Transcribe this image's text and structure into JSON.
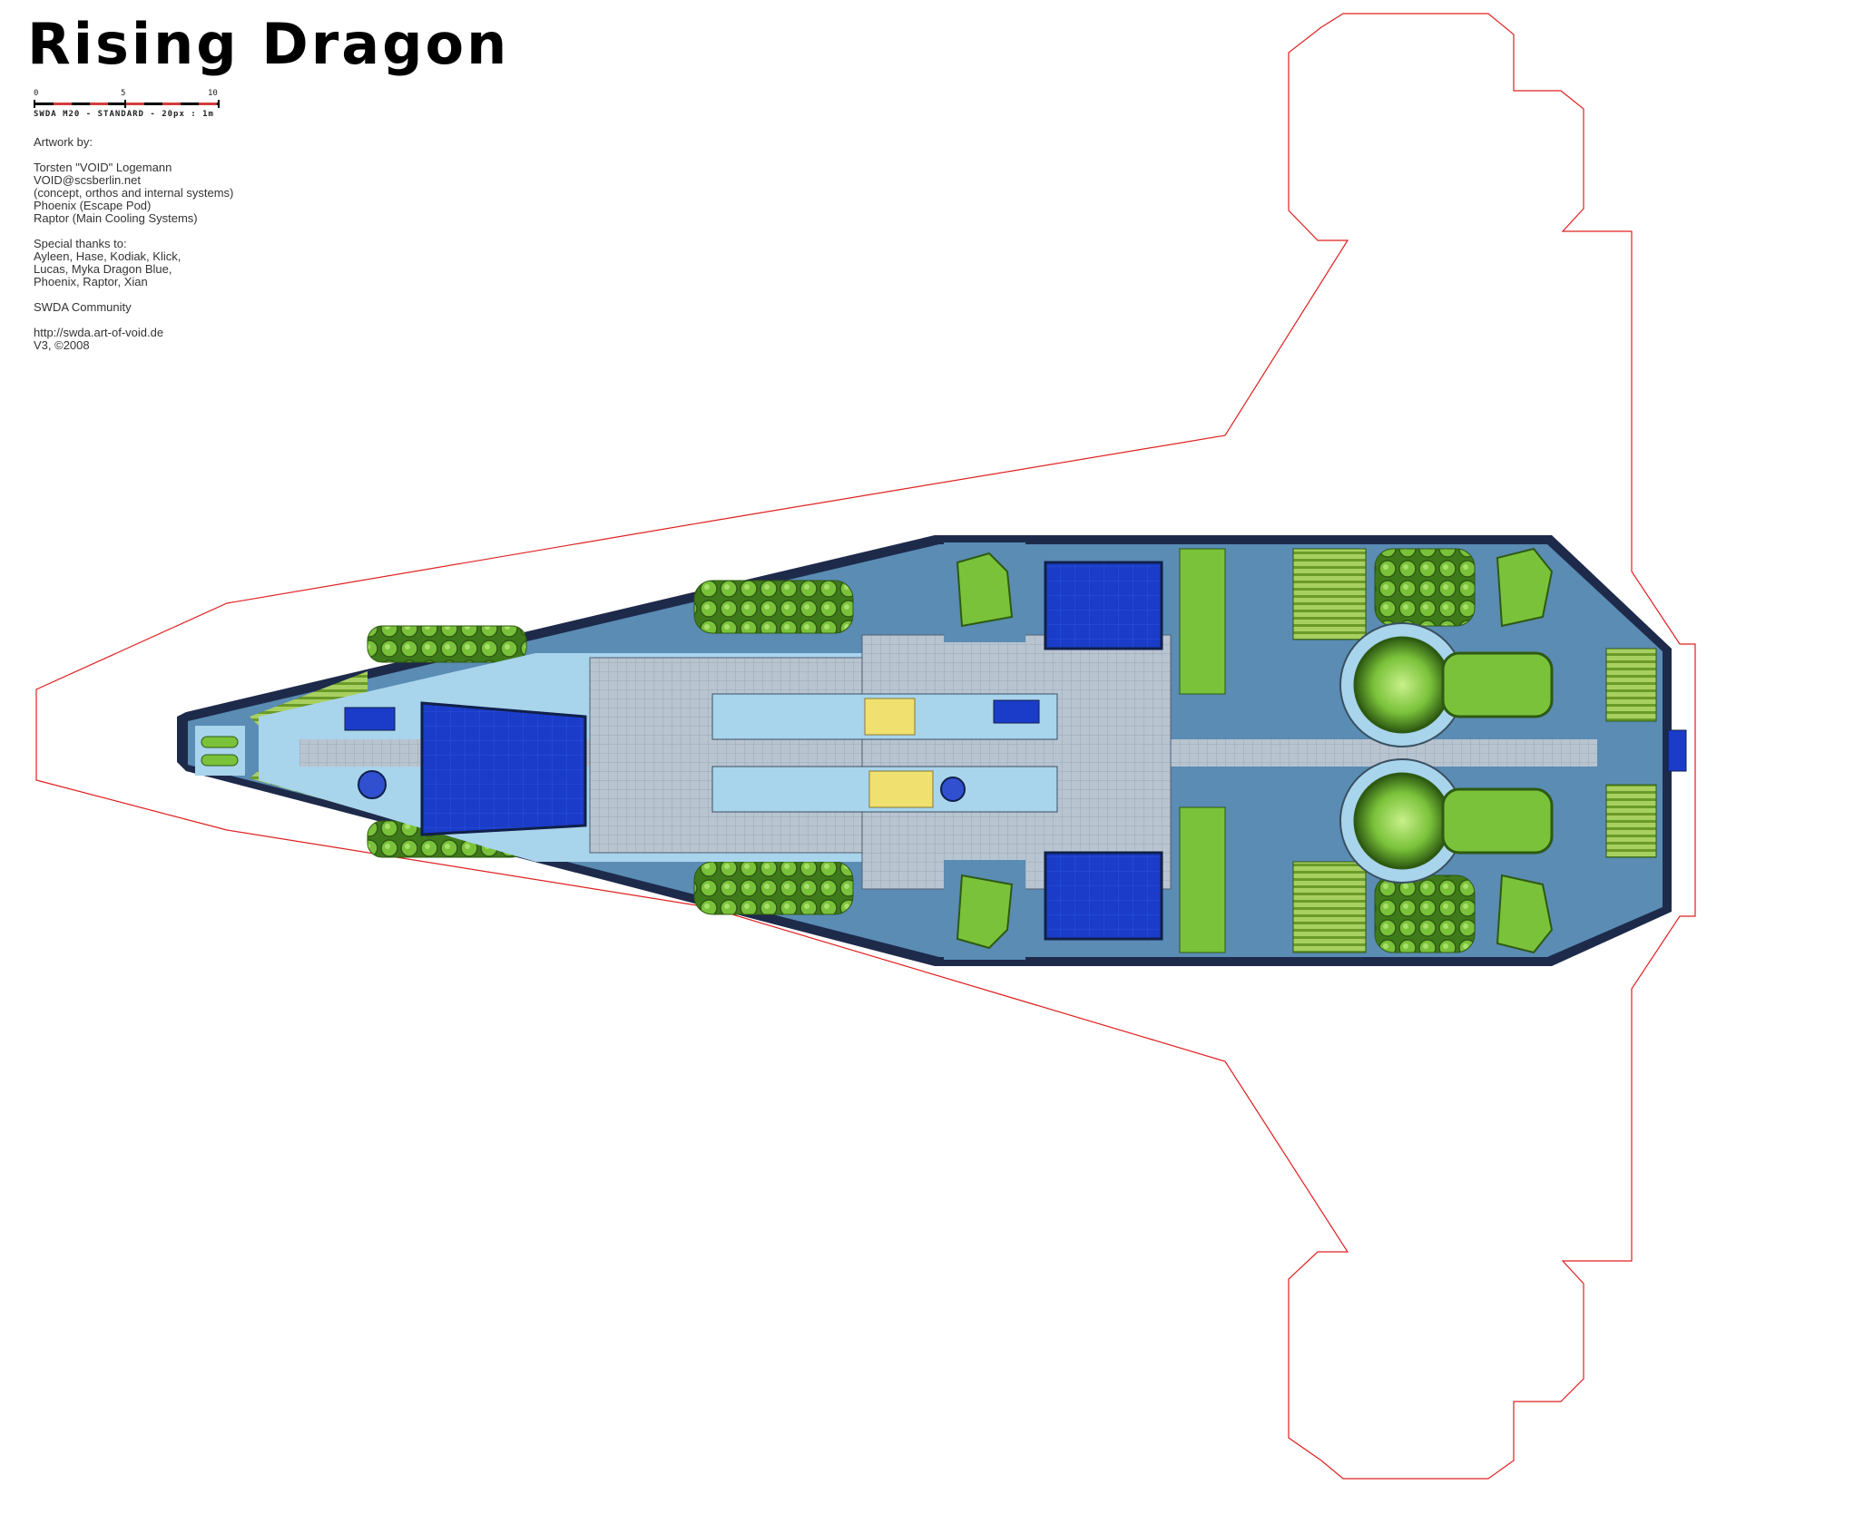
{
  "title": "Rising Dragon",
  "scale": {
    "ticks": [
      "0",
      "5",
      "10"
    ],
    "caption": "SWDA M20  - STANDARD -   20px : 1m"
  },
  "credits": {
    "heading": "Artwork by:",
    "artists": [
      "Torsten \"VOID\" Logemann",
      "VOID@scsberlin.net",
      "(concept, orthos and internal systems)",
      "Phoenix (Escape Pod)",
      "Raptor (Main Cooling Systems)"
    ],
    "thanks": [
      "Special thanks to:",
      "Ayleen, Hase, Kodiak, Klick,",
      "Lucas, Myka Dragon Blue,",
      "Phoenix, Raptor, Xian"
    ],
    "community": "SWDA Community",
    "url": "http://swda.art-of-void.de",
    "version": "V3, ©2008"
  },
  "colors": {
    "outline": "#e02020",
    "hull_dark": "#1e2a4a",
    "hull": "#5a8cb4",
    "floor": "#a8d4ec",
    "deck": "#b8c4d0",
    "bay": "#1a3cc8",
    "machinery": "#7ac23a",
    "machinery_dark": "#3f7a1a",
    "accent_yellow": "#f0e070"
  }
}
